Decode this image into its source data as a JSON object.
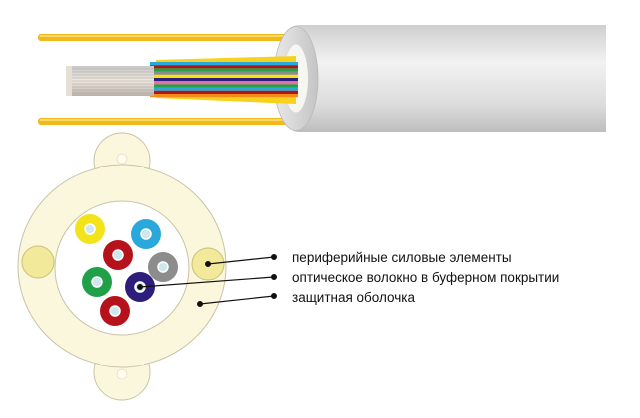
{
  "labels": {
    "strength_members": "периферийные силовые элементы",
    "buffered_fiber": "оптическое волокно в буферном покрытии",
    "protective_sheath": "защитная оболочка"
  },
  "colors": {
    "sheath": "#fbf7dc",
    "sheath_outline": "#c9c3a8",
    "cable_jacket": "#d9d9d9",
    "strength_member": "#f2e99a",
    "aramid_yellow": "#f7d21c",
    "fiber_yellow": "#f2e31a",
    "fiber_cyan": "#2aa8dc",
    "fiber_red": "#b5121b",
    "fiber_gray": "#8c8c8c",
    "fiber_green": "#21a04a",
    "fiber_blue": "#2c1e7a",
    "fiber_core": "#cfe8f0",
    "leader_line": "#111111"
  }
}
